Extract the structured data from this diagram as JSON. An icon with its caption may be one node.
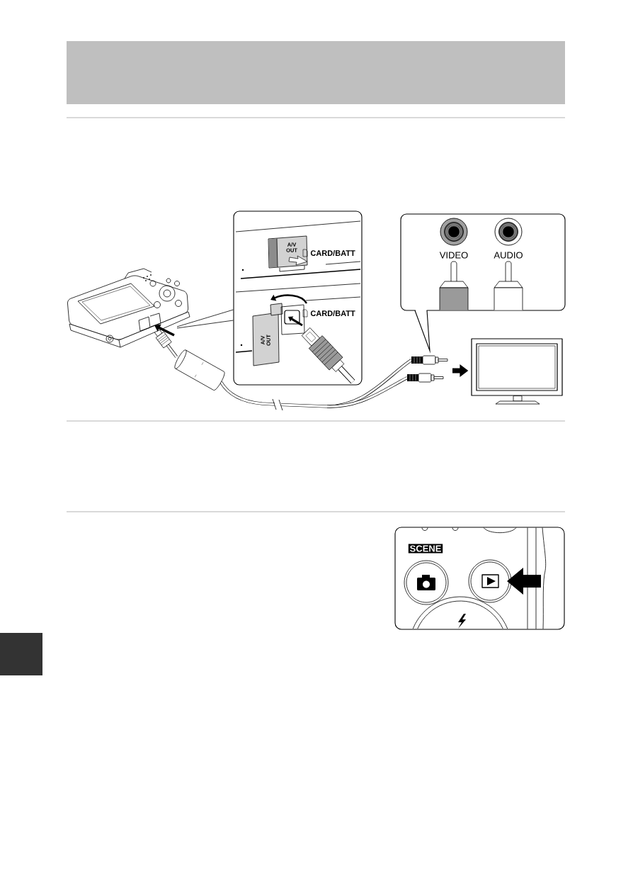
{
  "diagram": {
    "nodes": [
      {
        "text": [
          "A/V OUT",
          "CARD/BATT",
          "A/V OUT",
          "CARD/BATT"
        ]
      },
      {
        "text": [
          "VIDEO",
          "AUDIO"
        ]
      },
      {
        "text": [],
        "shape": "picture"
      },
      {
        "text": [],
        "shape": "picture"
      },
      {
        "text": [
          "SCENE"
        ]
      }
    ],
    "edges": [
      {
        "from": 2,
        "to": 0,
        "arrow": "none"
      },
      {
        "from": null,
        "to": 3,
        "arrow": "to",
        "style": "thick"
      }
    ]
  }
}
